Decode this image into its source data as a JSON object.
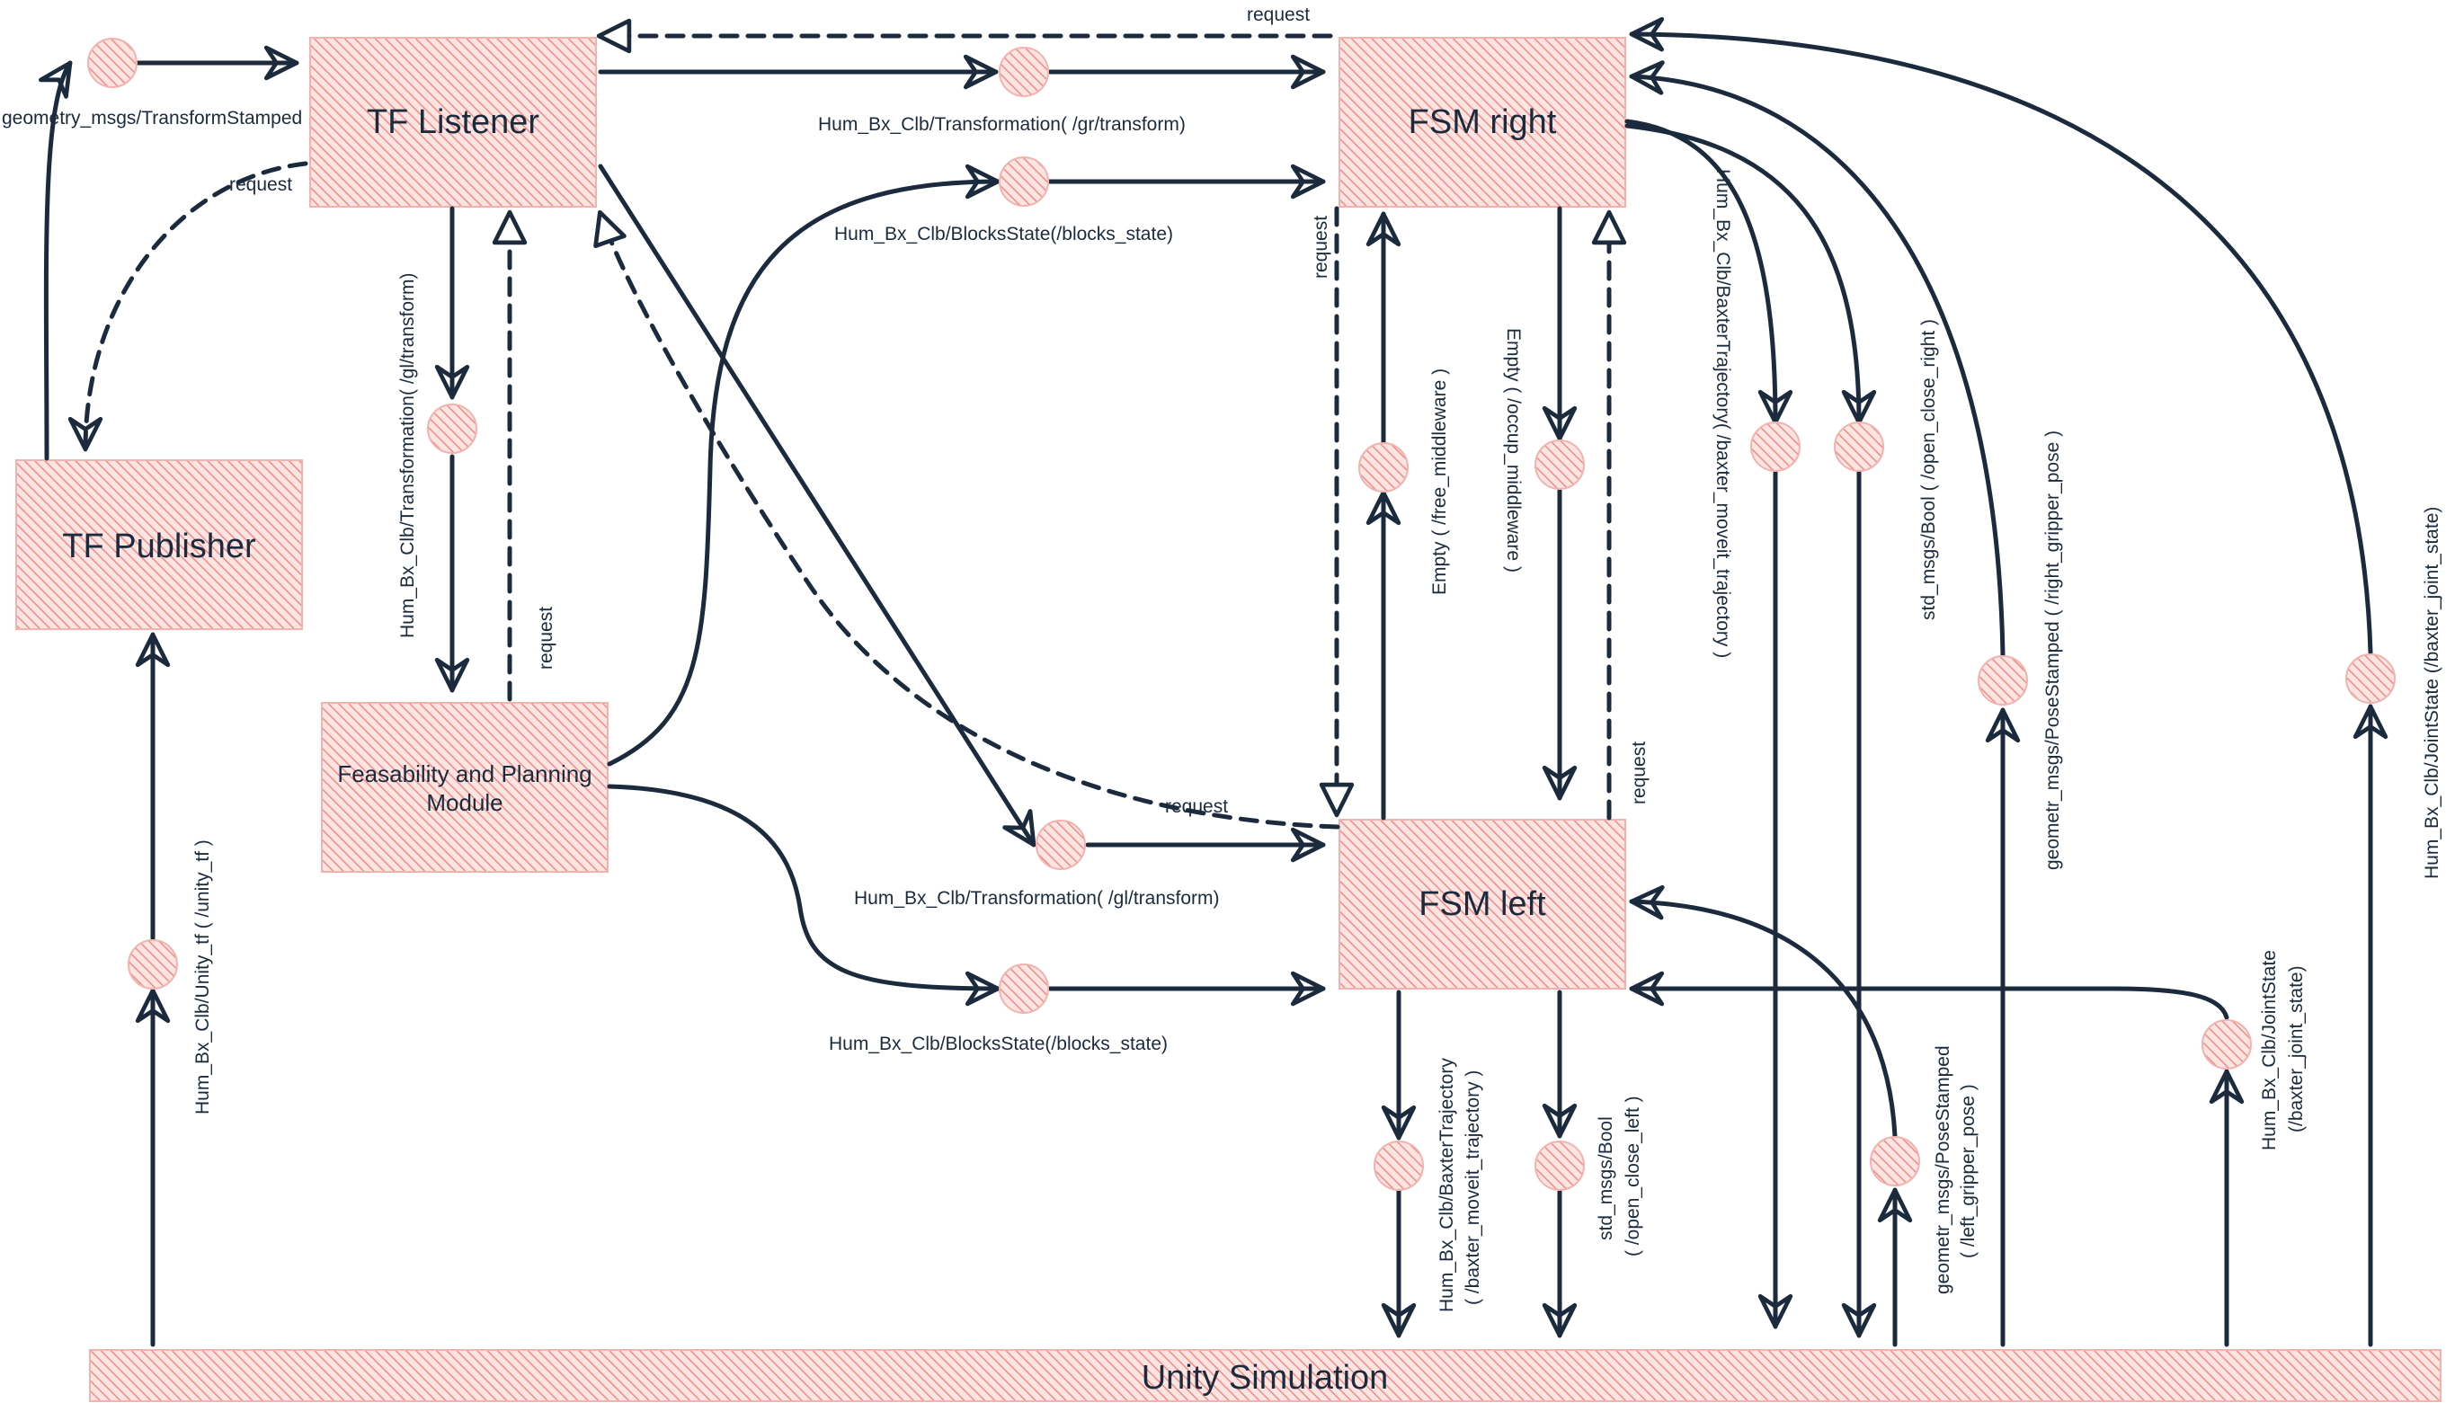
{
  "nodes": {
    "tf_listener": "TF Listener",
    "fsm_right": "FSM right",
    "tf_publisher": "TF Publisher",
    "feasability": [
      "Feasability and Planning",
      "Module"
    ],
    "fsm_left": "FSM left",
    "unity": "Unity Simulation"
  },
  "edge_labels": {
    "geometry_transform": "geometry_msgs/TransformStamped",
    "request_top": "request",
    "request_tf_left": "request",
    "gr_transform": "Hum_Bx_Clb/Transformation( /gr/transform)",
    "blocks_state_top": "Hum_Bx_Clb/BlocksState(/blocks_state)",
    "gl_transform_vertical": "Hum_Bx_Clb/Transformation( /gl/transform)",
    "request_feas": "request",
    "request_fsm_right_left": "request",
    "free_middleware": "Empty ( /free_middleware )",
    "occup_middleware": "Empty ( /occup_middleware )",
    "request_fsm_left_right": "request",
    "moveit_right": "Hum_Bx_Clb/BaxterTrajectory( /baxter_moveit_trajectory )",
    "open_close_right": "std_msgs/Bool ( /open_close_right )",
    "right_gripper": "geometr_msgs/PoseStamped ( /right_gripper_pose )",
    "joint_state_right": "Hum_Bx_Clb/JointState (/baxter_joint_state)",
    "request_mid": "request",
    "gl_transform_bottom": "Hum_Bx_Clb/Transformation( /gl/transform)",
    "blocks_state_bottom": "Hum_Bx_Clb/BlocksState(/blocks_state)",
    "unity_tf": "Hum_Bx_Clb/Unity_tf ( /unity_tf )",
    "moveit_left": [
      "Hum_Bx_Clb/BaxterTrajectory",
      "( /baxter_moveit_trajectory )"
    ],
    "open_close_left": [
      "std_msgs/Bool",
      "( /open_close_left )"
    ],
    "left_gripper": [
      "geometr_msgs/PoseStamped",
      "( /left_gripper_pose )"
    ],
    "joint_state_left": [
      "Hum_Bx_Clb/JointState",
      "(/baxter_joint_state)"
    ]
  },
  "colors": {
    "node_fill": "#f7c9c4",
    "hatch": "#ee8d85",
    "edge": "#1b2b3d"
  }
}
